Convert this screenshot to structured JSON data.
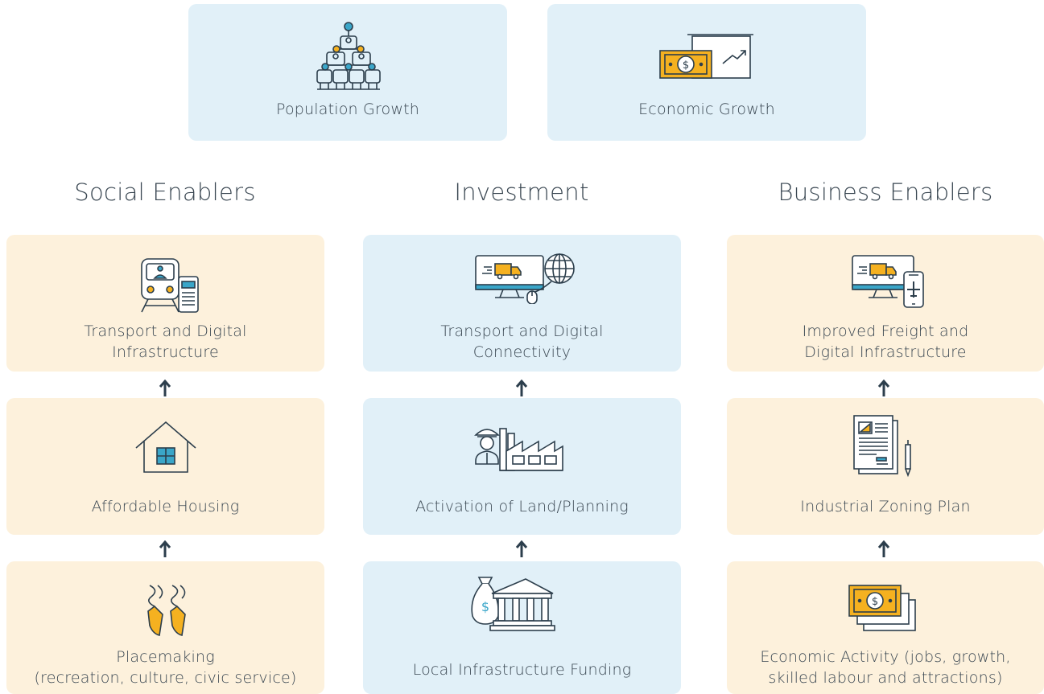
{
  "top": {
    "population": {
      "label": "Population Growth",
      "icon": "people-pyramid-icon"
    },
    "economic": {
      "label": "Economic Growth",
      "icon": "money-chart-icon"
    }
  },
  "columns": [
    {
      "heading": "Social Enablers",
      "color": "#fdf1dc",
      "cards": [
        {
          "label_lines": [
            "Transport and Digital",
            "Infrastructure"
          ],
          "icon": "train-phone-icon"
        },
        {
          "label_lines": [
            "Affordable Housing"
          ],
          "icon": "house-icon"
        },
        {
          "label_lines": [
            "Placemaking",
            "(recreation, culture, civic service)"
          ],
          "icon": "ballet-shoes-icon"
        }
      ]
    },
    {
      "heading": "Investment",
      "color": "#e1f0f8",
      "cards": [
        {
          "label_lines": [
            "Transport and Digital",
            "Connectivity"
          ],
          "icon": "monitor-truck-globe-icon"
        },
        {
          "label_lines": [
            "Activation of Land/Planning"
          ],
          "icon": "worker-factory-icon"
        },
        {
          "label_lines": [
            "Local Infrastructure Funding"
          ],
          "icon": "money-bag-bank-icon"
        }
      ]
    },
    {
      "heading": "Business Enablers",
      "color": "#fdf1dc",
      "cards": [
        {
          "label_lines": [
            "Improved Freight and",
            "Digital Infrastructure"
          ],
          "icon": "monitor-truck-plane-icon"
        },
        {
          "label_lines": [
            "Industrial Zoning Plan"
          ],
          "icon": "document-pen-icon"
        },
        {
          "label_lines": [
            "Economic Activity (jobs, growth,",
            "skilled labour and attractions)"
          ],
          "icon": "banknotes-icon"
        }
      ]
    }
  ],
  "colors": {
    "blue": "#e1f0f8",
    "cream": "#fdf1dc",
    "accent_orange": "#f5b120",
    "accent_teal": "#3aa6c9",
    "stroke": "#2c3e4c"
  }
}
